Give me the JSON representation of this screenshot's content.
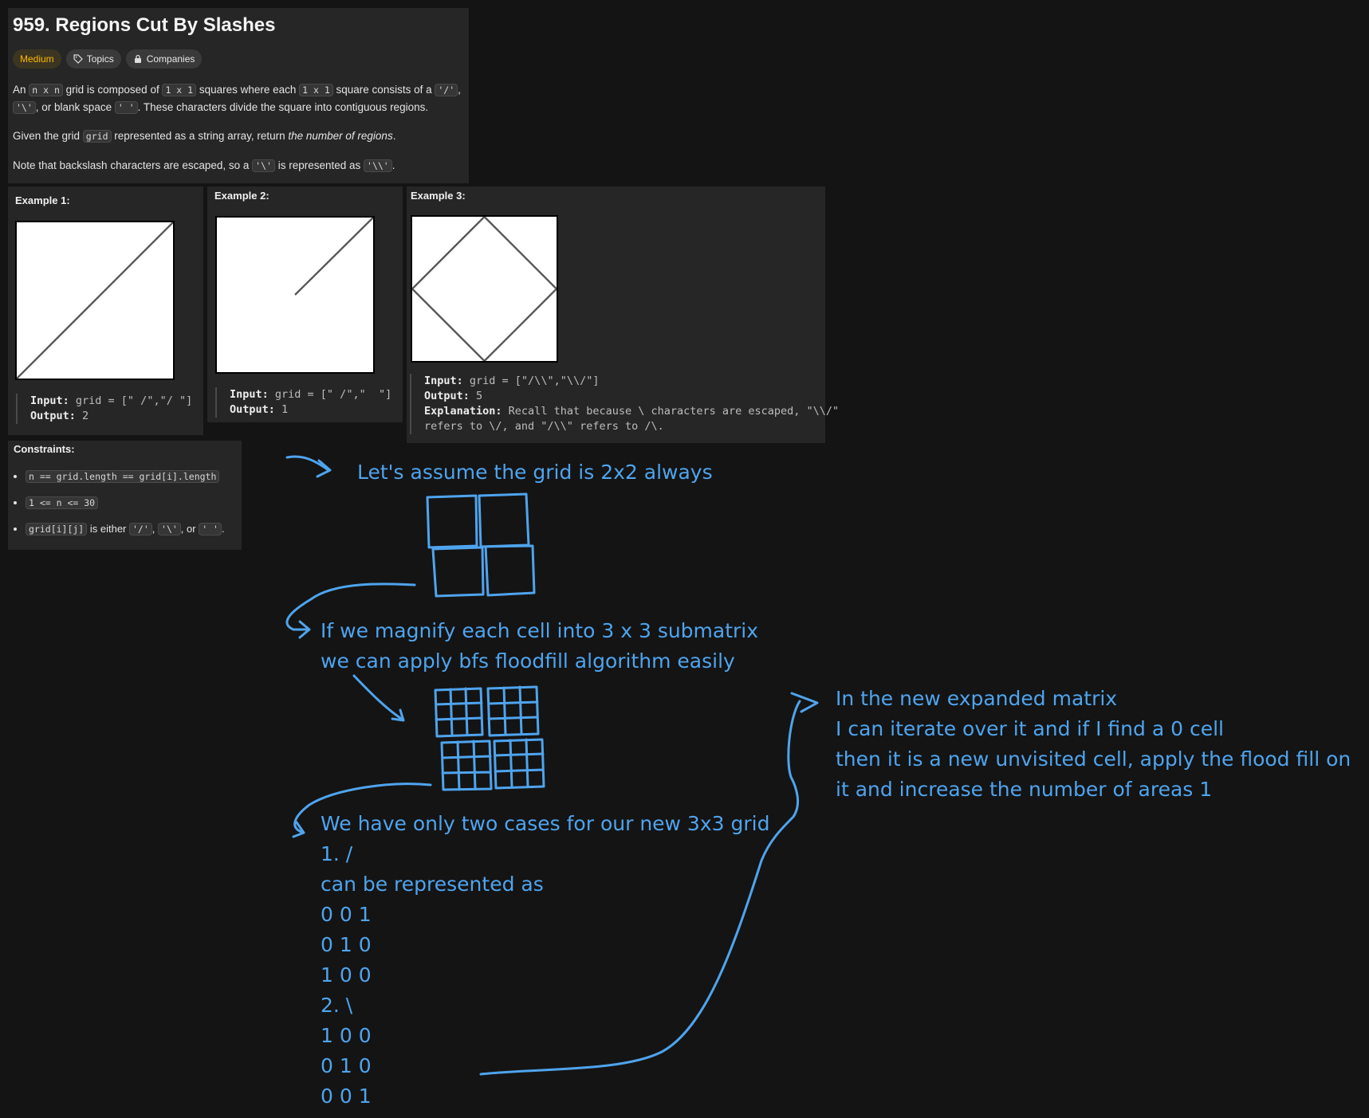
{
  "problem": {
    "title": "959. Regions Cut By Slashes",
    "tags": {
      "difficulty": "Medium",
      "topics": "Topics",
      "companies": "Companies"
    },
    "desc1": {
      "t1": "An ",
      "c1": "n x n",
      "t2": " grid is composed of ",
      "c2": "1 x 1",
      "t3": " squares where each ",
      "c3": "1 x 1",
      "t4": " square consists of a ",
      "c4": "'/'",
      "t5": ",",
      "c5": "'\\'",
      "t6": ", or blank space ",
      "c6": "' '",
      "t7": ". These characters divide the square into contiguous regions."
    },
    "desc2": {
      "t1": "Given the grid ",
      "c1": "grid",
      "t2": " represented as a string array, return ",
      "em": "the number of regions",
      "t3": "."
    },
    "desc3": {
      "t1": "Note that backslash characters are escaped, so a ",
      "c1": "'\\'",
      "t2": " is represented as ",
      "c2": "'\\\\'",
      "t3": "."
    }
  },
  "examples": [
    {
      "label": "Example 1:",
      "input_key": "Input:",
      "input_val": " grid = [\" /\",\"/ \"]",
      "output_key": "Output:",
      "output_val": " 2"
    },
    {
      "label": "Example 2:",
      "input_key": "Input:",
      "input_val": " grid = [\" /\",\"  \"]",
      "output_key": "Output:",
      "output_val": " 1"
    },
    {
      "label": "Example 3:",
      "input_key": "Input:",
      "input_val": " grid = [\"/\\\\\",\"\\\\/\"]",
      "output_key": "Output:",
      "output_val": " 5",
      "expl_key": "Explanation:",
      "expl_val": " Recall that because \\ characters are escaped, \"\\\\/\"",
      "expl_val2": "refers to \\/, and \"/\\\\\" refers to /\\."
    }
  ],
  "constraints": {
    "label": "Constraints:",
    "c1": "n == grid.length == grid[i].length",
    "c2": "1 <= n <= 30",
    "c3a": "grid[i][j]",
    "c3t1": " is either ",
    "c3b": "'/'",
    "c3t2": ", ",
    "c3c": "'\\'",
    "c3t3": ", or ",
    "c3d": "' '",
    "c3t4": "."
  },
  "notes": {
    "n1": "Let's assume the grid is 2x2 always",
    "n2": "If we magnify each cell into 3 x 3 submatrix\nwe can apply bfs floodfill algorithm easily",
    "n3": "We have only two cases for our new 3x3 grid\n1. /\ncan be represented as\n0 0 1\n0 1 0\n1 0 0\n2. \\\n1 0 0\n0 1 0\n0 0 1",
    "n4": "In the new expanded matrix\nI can iterate over it and if I find a 0 cell\nthen it is a new unvisited cell, apply the flood fill on\nit and increase the number of areas 1"
  },
  "colors": {
    "ink": "#4fa4ee",
    "panel": "#262626",
    "bg": "#141414",
    "medium": "#ffb800"
  }
}
